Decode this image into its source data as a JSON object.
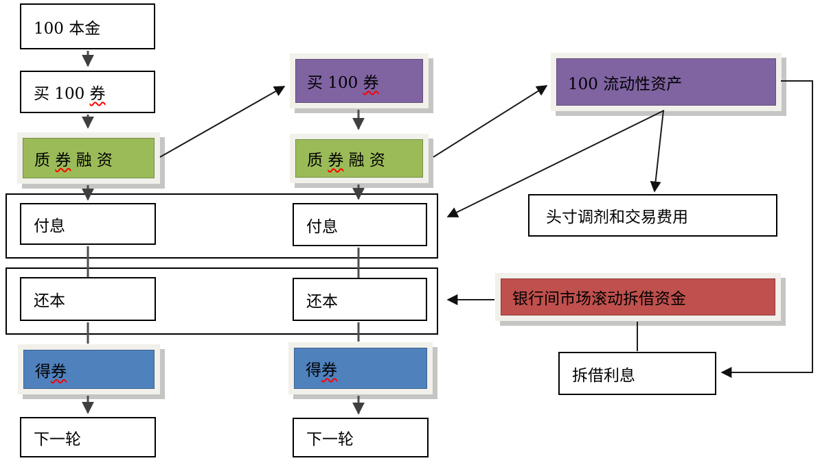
{
  "diagram": {
    "kind": "flowchart",
    "language": "zh-CN"
  },
  "nodes": {
    "principal": {
      "text": "100 本金"
    },
    "buy_left": {
      "pre": "买 100 ",
      "sq": "券",
      "post": ""
    },
    "pledge_left": {
      "pre": "质 ",
      "sq": "券",
      "post": " 融 资"
    },
    "pay_interest_left": {
      "text": "付息"
    },
    "repay_left": {
      "text": "还本"
    },
    "get_bond_left": {
      "pre": "得",
      "sq": "券",
      "post": ""
    },
    "next_round_left": {
      "text": "下一轮"
    },
    "buy_mid": {
      "pre": "买 100 ",
      "sq": "券",
      "post": ""
    },
    "pledge_mid": {
      "pre": "质 ",
      "sq": "券",
      "post": " 融 资"
    },
    "pay_interest_mid": {
      "text": "付息"
    },
    "repay_mid": {
      "text": "还本"
    },
    "get_bond_mid": {
      "pre": "得",
      "sq": "券",
      "post": ""
    },
    "next_round_mid": {
      "text": "下一轮"
    },
    "liquid_assets": {
      "text": "100 流动性资产"
    },
    "position_fees": {
      "text": "头寸调剂和交易费用"
    },
    "interbank_funds": {
      "text": "银行间市场滚动拆借资金"
    },
    "borrow_interest": {
      "text": "拆借利息"
    }
  },
  "colors": {
    "purple": "#8064a2",
    "green": "#9bbb59",
    "blue": "#4f81bd",
    "red": "#c0504d",
    "box_border": "#000000",
    "frame": "#f1f0ea",
    "squiggle": "#ff0000",
    "arrow_thick": "#4d4d4d",
    "arrow_thin": "#1a1a1a"
  }
}
